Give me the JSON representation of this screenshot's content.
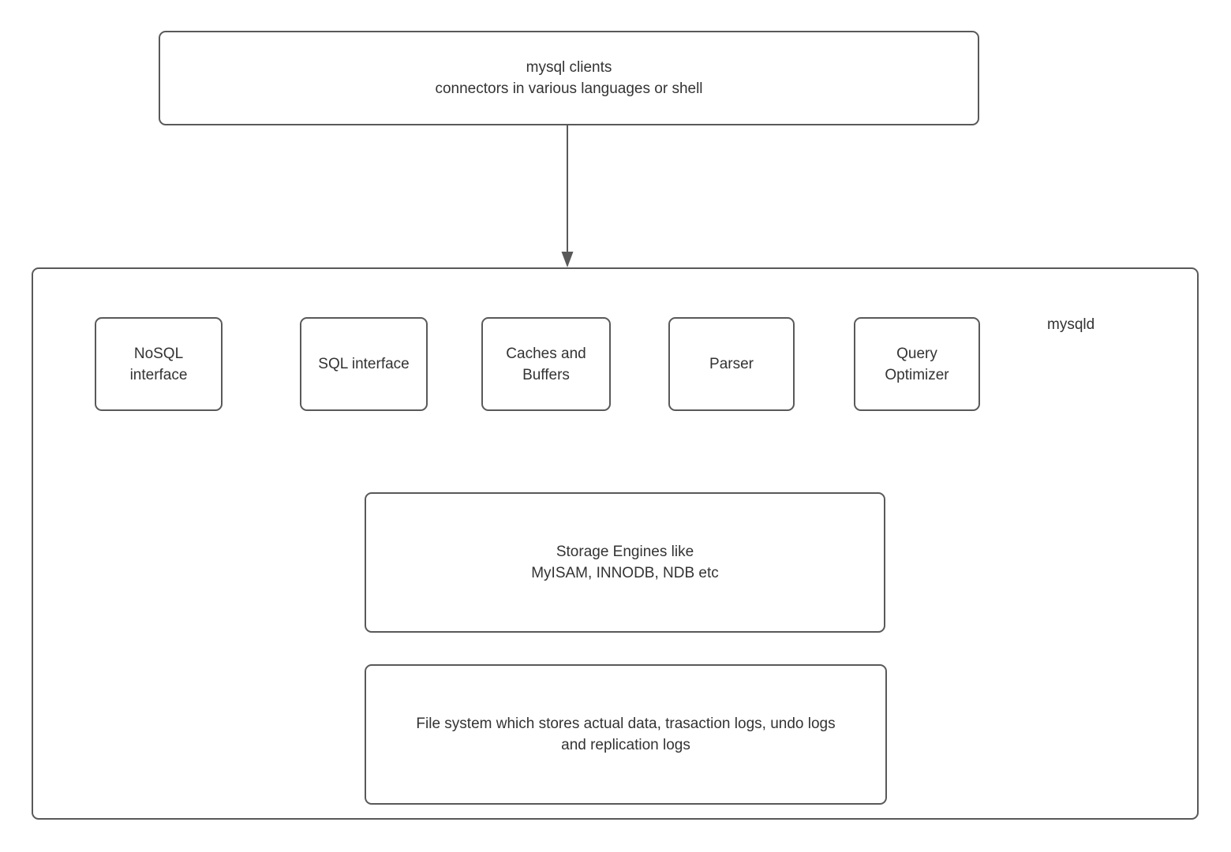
{
  "colors": {
    "border": "#595959",
    "text": "#333333",
    "background": "#ffffff"
  },
  "nodes": {
    "clients": "mysql clients\nconnectors in various languages or shell",
    "mysqld_label": "mysqld",
    "components": [
      {
        "label": "NoSQL\ninterface"
      },
      {
        "label": "SQL interface"
      },
      {
        "label": "Caches and\nBuffers"
      },
      {
        "label": "Parser"
      },
      {
        "label": "Query\nOptimizer"
      }
    ],
    "storage": "Storage Engines like\nMyISAM, INNODB, NDB etc",
    "filesystem": "File system which stores actual data, trasaction logs, undo logs\nand replication logs"
  }
}
